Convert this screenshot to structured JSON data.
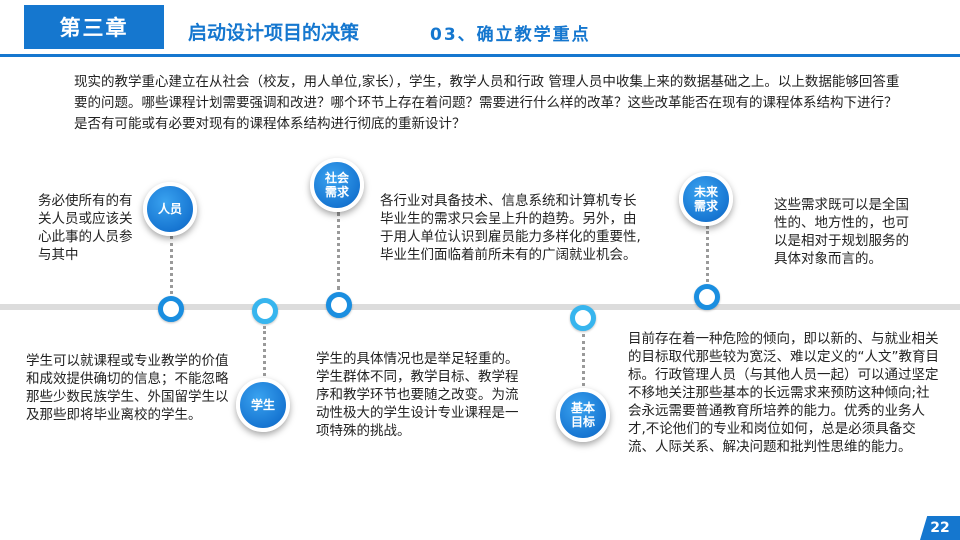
{
  "header": {
    "chapter": "第三章",
    "title": "启动设计项目的决策",
    "subtitle": "03、确立教学重点"
  },
  "intro": "现实的教学重心建立在从社会（校友，用人单位,家长），学生，教学人员和行政 管理人员中收集上来的数据基础之上。以上数据能够回答重要的问题。哪些课程计划需要强调和改进？哪个环节上存在着问题？需要进行什么样的改革？这些改革能否在现有的课程体系结构下进行？是否有可能或有必要对现有的课程体系结构进行彻底的重新设计？",
  "nodes": {
    "personnel": {
      "label": "人员",
      "text": "务必使所有的有关人员或应该关心此事的人员参与其中"
    },
    "society": {
      "label": "社会需求",
      "text": "各行业对具备技术、信息系统和计算机专长毕业生的需求只会呈上升的趋势。另外，由于用人单位认识到雇员能力多样化的重要性,毕业生们面临着前所未有的广阔就业机会。"
    },
    "future": {
      "label": "未来需求",
      "text": "这些需求既可以是全国性的、地方性的，也可以是相对于规划服务的具体对象而言的。"
    },
    "students": {
      "label": "学生",
      "text_left": "学生可以就课程或专业教学的价值和成效提供确切的信息；不能忽略那些少数民族学生、外国留学生以及那些即将毕业离校的学生。",
      "text_right": "学生的具体情况也是举足轻重的。学生群体不同，教学目标、教学程序和教学环节也要随之改变。为流动性极大的学生设计专业课程是一项特殊的挑战。"
    },
    "basic": {
      "label": "基本目标",
      "text": "目前存在着一种危险的倾向，即以新的、与就业相关的目标取代那些较为宽泛、难以定义的“人文”教育目标。行政管理人员（与其他人员一起）可以通过坚定不移地关注那些基本的长远需求来预防这种倾向;社会永远需要普通教育所培养的能力。优秀的业务人才,不论他们的专业和岗位如何，总是必须具备交流、人际关系、解决问题和批判性思维的能力。"
    }
  },
  "page_number": "22",
  "colors": {
    "accent": "#1577cf",
    "ring": "#1a8ee0",
    "ring_light": "#37b5ee"
  }
}
